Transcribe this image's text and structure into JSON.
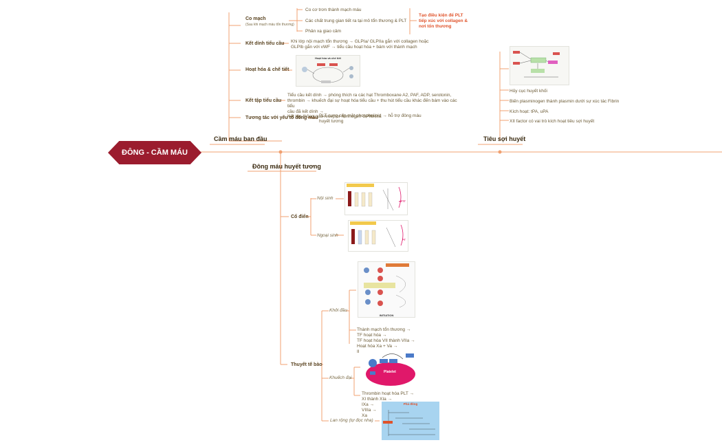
{
  "root": {
    "title": "ĐÔNG - CẦM MÁU"
  },
  "branches": {
    "primary": "Cầm máu ban đầu",
    "fibrinolysis": "Tiêu sợi huyết",
    "plasma": "Đông máu huyết tương"
  },
  "primary": {
    "comach": {
      "label": "Co mạch",
      "sub": "(Sau khi mạch máu tổn thương)",
      "items": [
        "Co cơ trơn thành mạch máu",
        "Các chất trung gian tiết ra tại mô tổn thương & PLT",
        "Phản xạ giao cảm"
      ],
      "note": "Tạo điều kiện để PLT tiếp xúc với collagen & nơi tổn thương"
    },
    "ketdinh": {
      "label": "Kết dính tiểu cầu",
      "line1": "Khi lớp nội mạch tổn thương → GLPIa/ GLPIIa gắn với collagen hoặc",
      "line2": "GLPIb gắn với vWF → tiểu cầu hoạt hóa + bám với thành mạch"
    },
    "hoathoa": {
      "label": "Hoạt hóa & chế tiết",
      "thumb_title": "Hoạt hóa và chế tiết"
    },
    "kettap": {
      "label": "Kết tập tiểu cầu",
      "line1": "Tiểu cầu kết dính → phóng thích ra các hạt Thromboxane A2, PAF, ADP, serotonin,",
      "line2": "thrombin → khuếch đại sự hoạt hóa tiểu cầu + thu hút tiểu cầu khác đến bám vào các",
      "line3": "tiểu",
      "line4": "cầu đã kết dính →",
      "line5": "Kết tập thông qua receptor fibrinogen GPIIb/IIIa"
    },
    "tuongtac": {
      "label": "Tương tác với yếu tố đông máu",
      "line1": "PLT cung cấp mặt phospholipid → hỗ trợ đông máu",
      "line2": "huyết tương"
    }
  },
  "fibrinolysis": {
    "items": [
      "Hủy cục huyết khối",
      "Biến plasminogen thành plasmin dưới sự xúc tác Fibrin",
      "Kích hoạt: tPA, uPA",
      "XII factor có vai trò kích hoạt tiêu sợi huyết"
    ]
  },
  "plasma": {
    "codien": {
      "label": "Cổ điển",
      "noisinh": "Nội sinh",
      "ngoaisinh": "Ngoại sinh",
      "aptt": "aPTT",
      "pt": "PT"
    },
    "tebao": {
      "label": "Thuyết tế bào",
      "khoidau": "Khởi đầu",
      "khoidau_thumb": "INITIATION",
      "khoidau_lines": [
        "Thành mạch tổn thương →",
        "TF hoạt hóa →",
        "TF hoạt hóa VII thành VIIa →",
        "Hoạt hóa Xa + Va →",
        "II"
      ],
      "khuechdai": "Khuếch đại",
      "platelet": "Platelet",
      "khuechdai_lines": [
        "Thrombin hoạt hóa PLT →",
        "XI thành XIa →",
        "IXa →",
        "VIIIa →",
        "Xa"
      ],
      "lanrong": "Lan rộng (tự đọc nha)",
      "lanrong_thumb": "Phả đông"
    }
  },
  "colors": {
    "root": "#9b1c2e",
    "line": "#f0a070",
    "accent": "#e0532b",
    "pink": "#e0186a"
  }
}
